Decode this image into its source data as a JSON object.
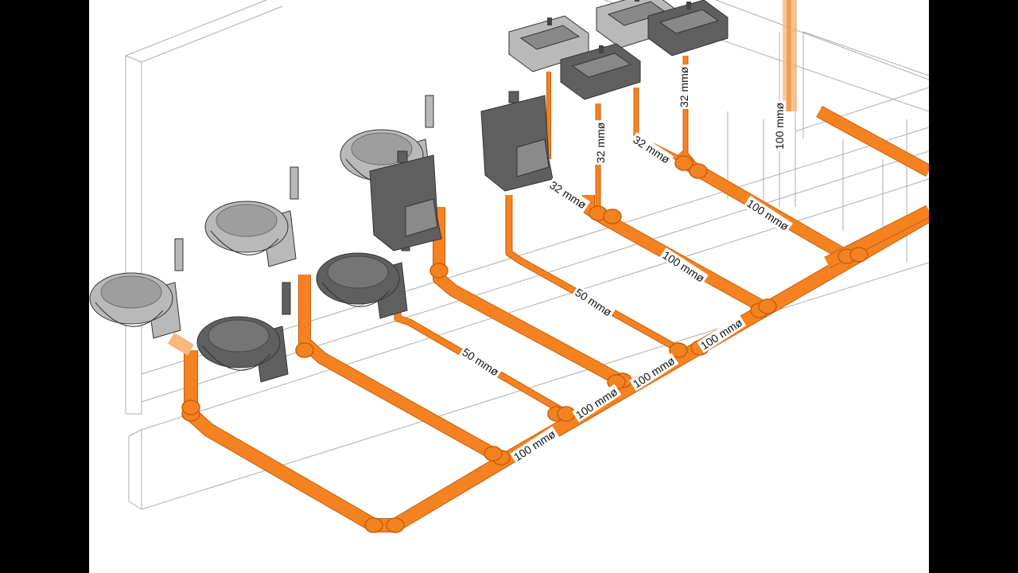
{
  "diagram": {
    "kind": "isometric plumbing drainage layout",
    "colors": {
      "background": "#ffffff",
      "letterbox": "#000000",
      "pipe": "#f58220",
      "pipe_dark": "#c85f0c",
      "pipe_light": "#f7b77e",
      "fixture_dark": "#5f5f5f",
      "fixture_light": "#b9b9b9",
      "wall_line": "#9a9a9a"
    },
    "fixtures": [
      {
        "type": "toilet",
        "shade": "light"
      },
      {
        "type": "toilet",
        "shade": "light"
      },
      {
        "type": "toilet",
        "shade": "light"
      },
      {
        "type": "toilet",
        "shade": "dark"
      },
      {
        "type": "toilet",
        "shade": "dark"
      },
      {
        "type": "urinal",
        "shade": "dark"
      },
      {
        "type": "urinal",
        "shade": "dark"
      },
      {
        "type": "sink",
        "shade": "light"
      },
      {
        "type": "sink",
        "shade": "dark"
      },
      {
        "type": "sink",
        "shade": "light"
      },
      {
        "type": "sink",
        "shade": "dark"
      }
    ],
    "labels": [
      {
        "text": "100 mmø"
      },
      {
        "text": "100 mmø"
      },
      {
        "text": "100 mmø"
      },
      {
        "text": "100 mmø"
      },
      {
        "text": "100 mmø"
      },
      {
        "text": "100 mmø"
      },
      {
        "text": "100 mmø"
      },
      {
        "text": "50 mmø"
      },
      {
        "text": "50 mmø"
      },
      {
        "text": "32 mmø"
      },
      {
        "text": "32 mmø"
      },
      {
        "text": "32 mmø"
      },
      {
        "text": "32 mmø"
      }
    ]
  }
}
